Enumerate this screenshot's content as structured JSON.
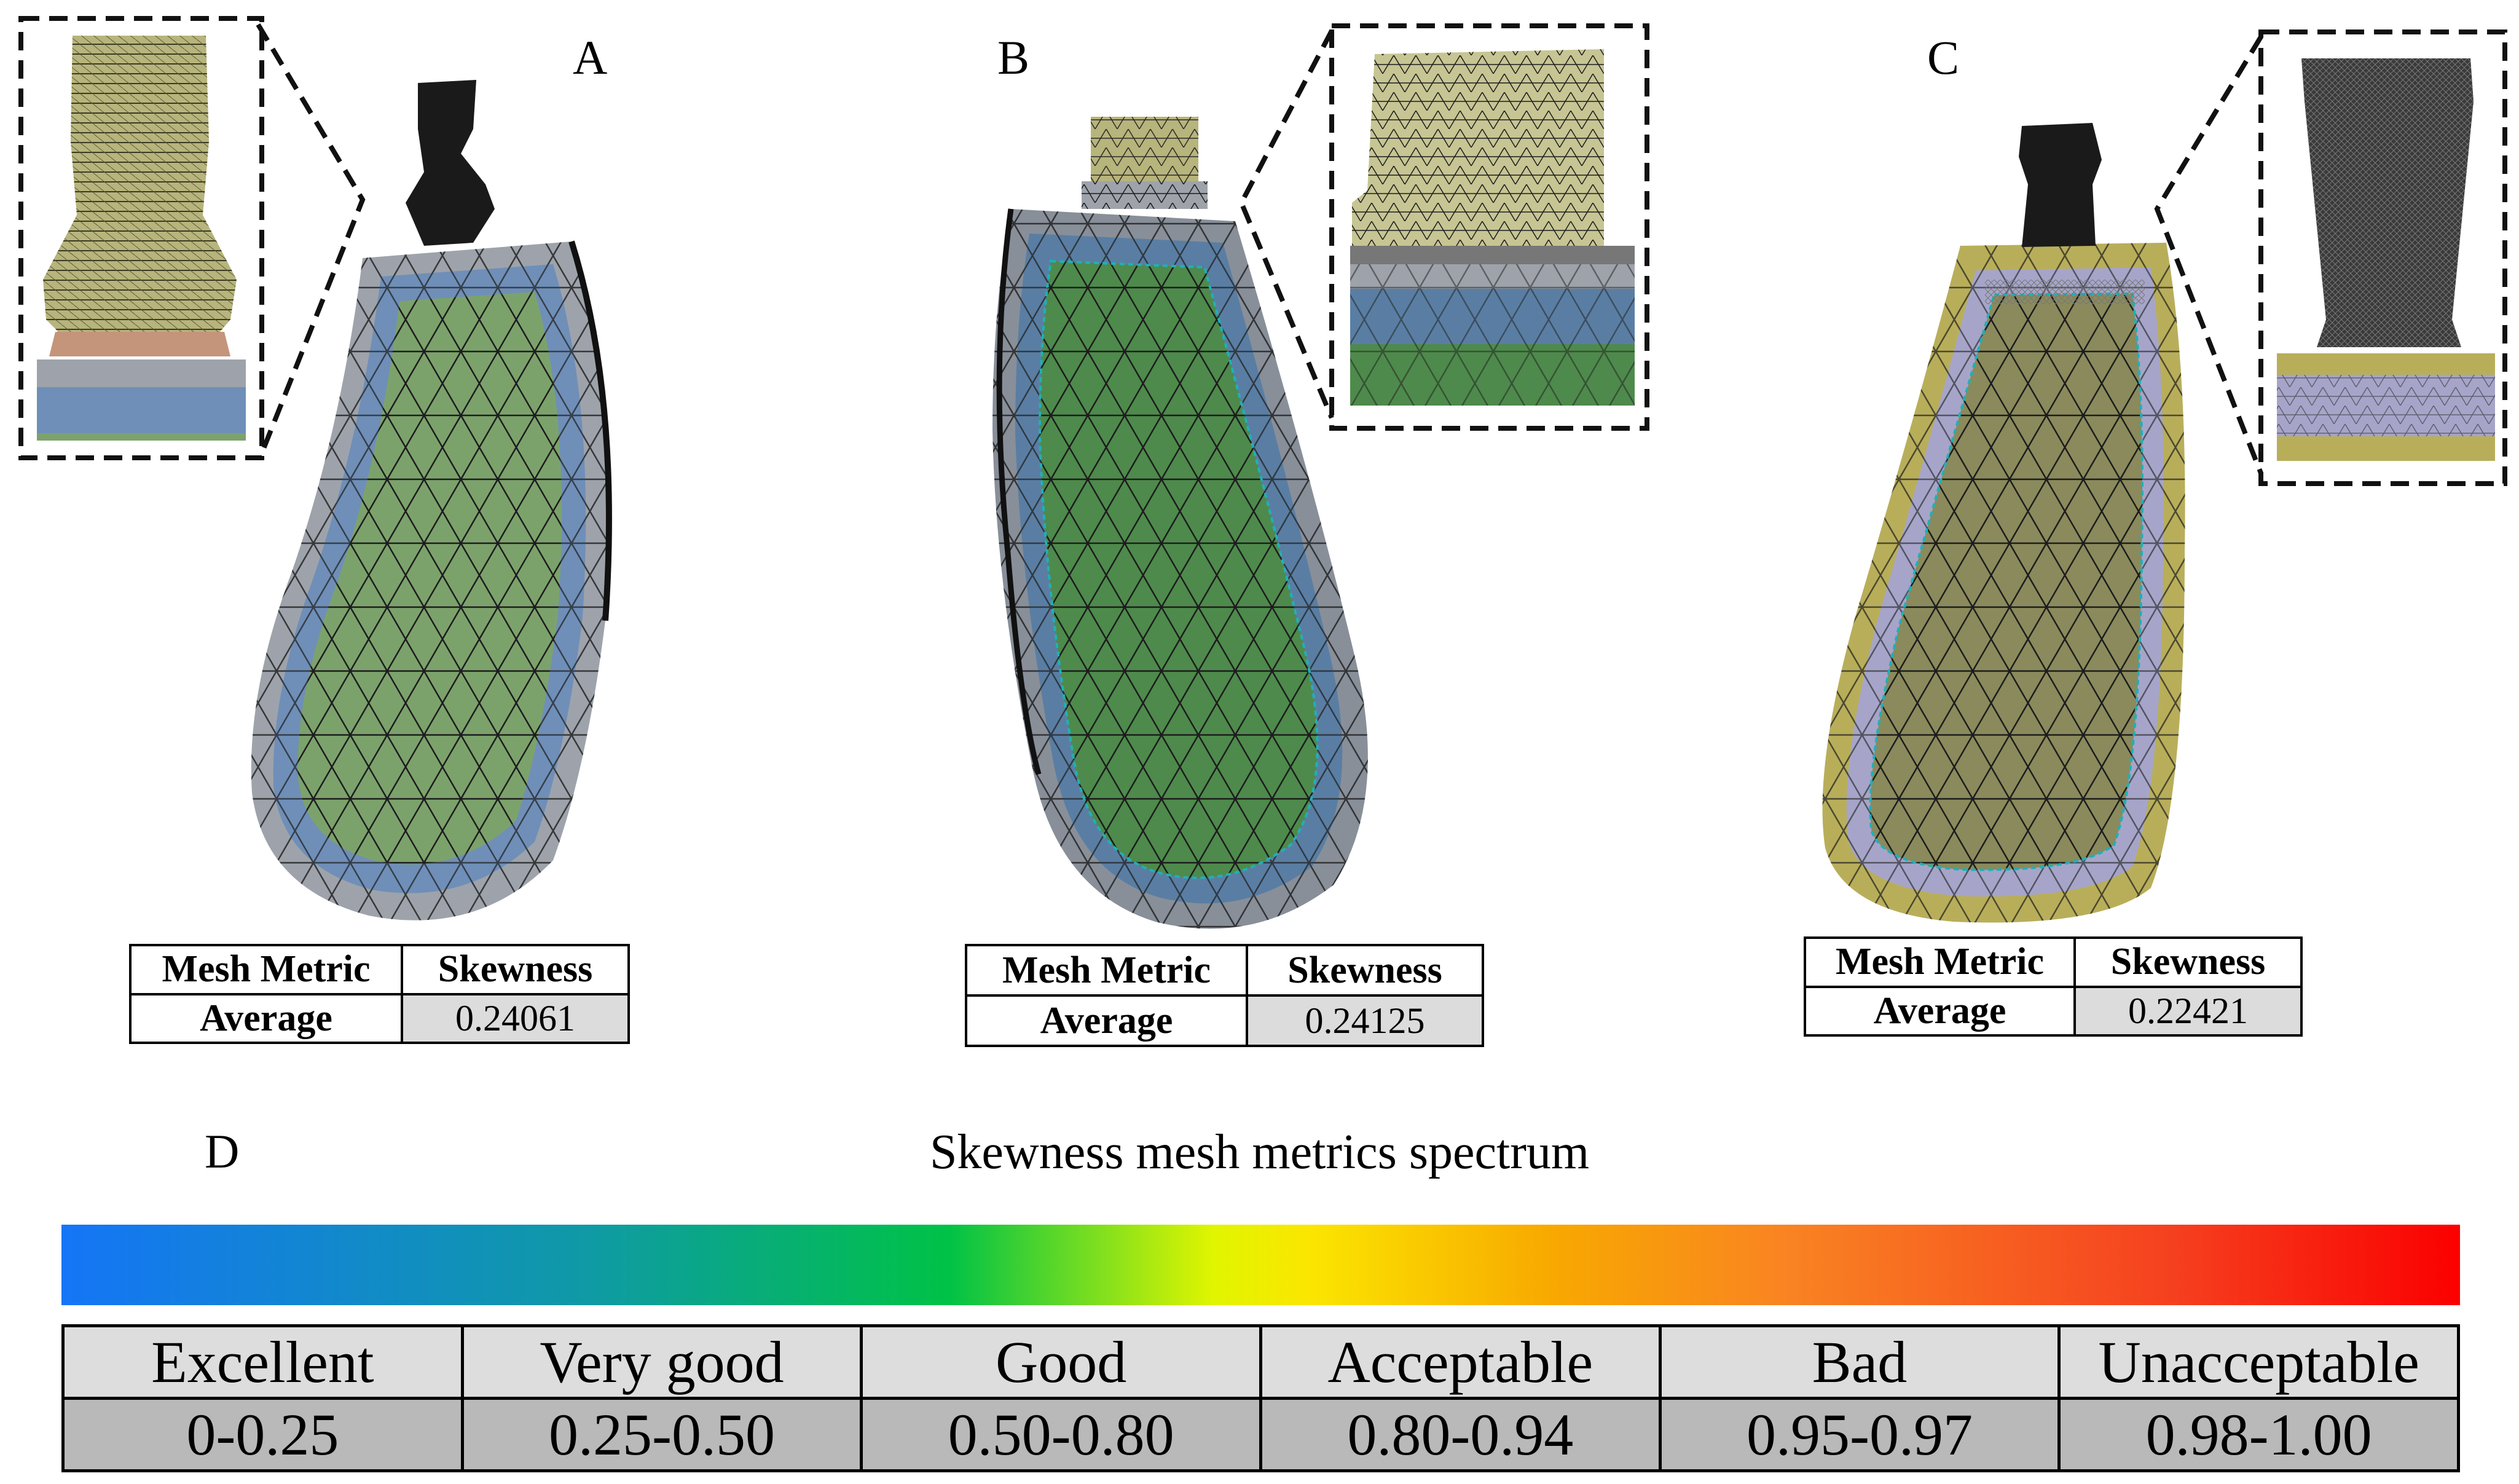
{
  "panels": {
    "a": {
      "letter": "A",
      "metric_header": "Mesh Metric",
      "skew_header": "Skewness",
      "row_label": "Average",
      "value": "0.24061"
    },
    "b": {
      "letter": "B",
      "metric_header": "Mesh Metric",
      "skew_header": "Skewness",
      "row_label": "Average",
      "value": "0.24125"
    },
    "c": {
      "letter": "C",
      "metric_header": "Mesh Metric",
      "skew_header": "Skewness",
      "row_label": "Average",
      "value": "0.22421"
    }
  },
  "spectrum": {
    "letter": "D",
    "title": "Skewness mesh metrics spectrum",
    "categories": [
      "Excellent",
      "Very good",
      "Good",
      "Acceptable",
      "Bad",
      "Unacceptable"
    ],
    "ranges": [
      "0-0.25",
      "0.25-0.50",
      "0.50-0.80",
      "0.80-0.94",
      "0.95-0.97",
      "0.98-1.00"
    ]
  },
  "colors": {
    "layer_gray": "#9ea3ab",
    "layer_blue": "#6f8fb8",
    "core_green": "#7ca26c",
    "core_dark_green": "#4e8a4c",
    "core_olive": "#8a8a5c",
    "layer_yellow": "#b8ae5a",
    "layer_lavender": "#a6a5c9",
    "implant_black": "#1a1a1a",
    "implant_khaki": "#b7b47c",
    "abutment_copper": "#c4957a"
  }
}
